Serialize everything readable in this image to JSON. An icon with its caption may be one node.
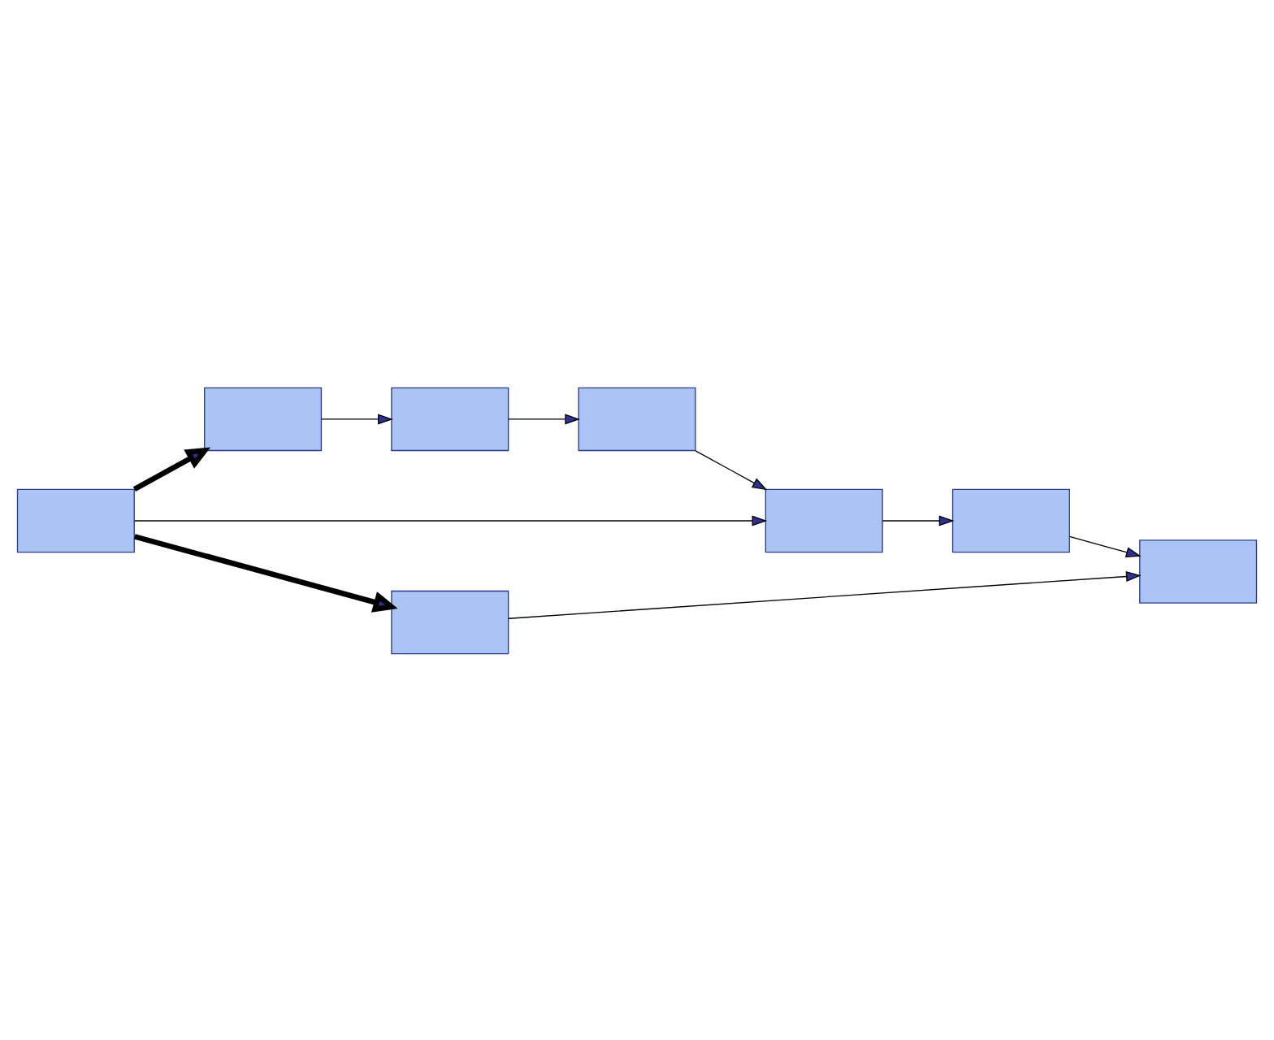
{
  "diagram": {
    "nodes": [
      {
        "text": [],
        "shape": "box"
      },
      {
        "text": [],
        "shape": "box"
      },
      {
        "text": [],
        "shape": "box"
      },
      {
        "text": [],
        "shape": "box"
      },
      {
        "text": [],
        "shape": "box"
      },
      {
        "text": [],
        "shape": "box"
      },
      {
        "text": [],
        "shape": "box"
      },
      {
        "text": [],
        "shape": "box"
      }
    ],
    "edges": [
      {
        "from": 3,
        "to": 0,
        "arrow": "to",
        "style": "thick"
      },
      {
        "from": 0,
        "to": 1,
        "arrow": "to"
      },
      {
        "from": 1,
        "to": 2,
        "arrow": "to"
      },
      {
        "from": 2,
        "to": 4,
        "arrow": "to"
      },
      {
        "from": 3,
        "to": 4,
        "arrow": "to"
      },
      {
        "from": 4,
        "to": 5,
        "arrow": "to"
      },
      {
        "from": 5,
        "to": 7,
        "arrow": "to"
      },
      {
        "from": 3,
        "to": 6,
        "arrow": "to",
        "style": "thick"
      },
      {
        "from": 6,
        "to": 7,
        "arrow": "to"
      }
    ]
  }
}
